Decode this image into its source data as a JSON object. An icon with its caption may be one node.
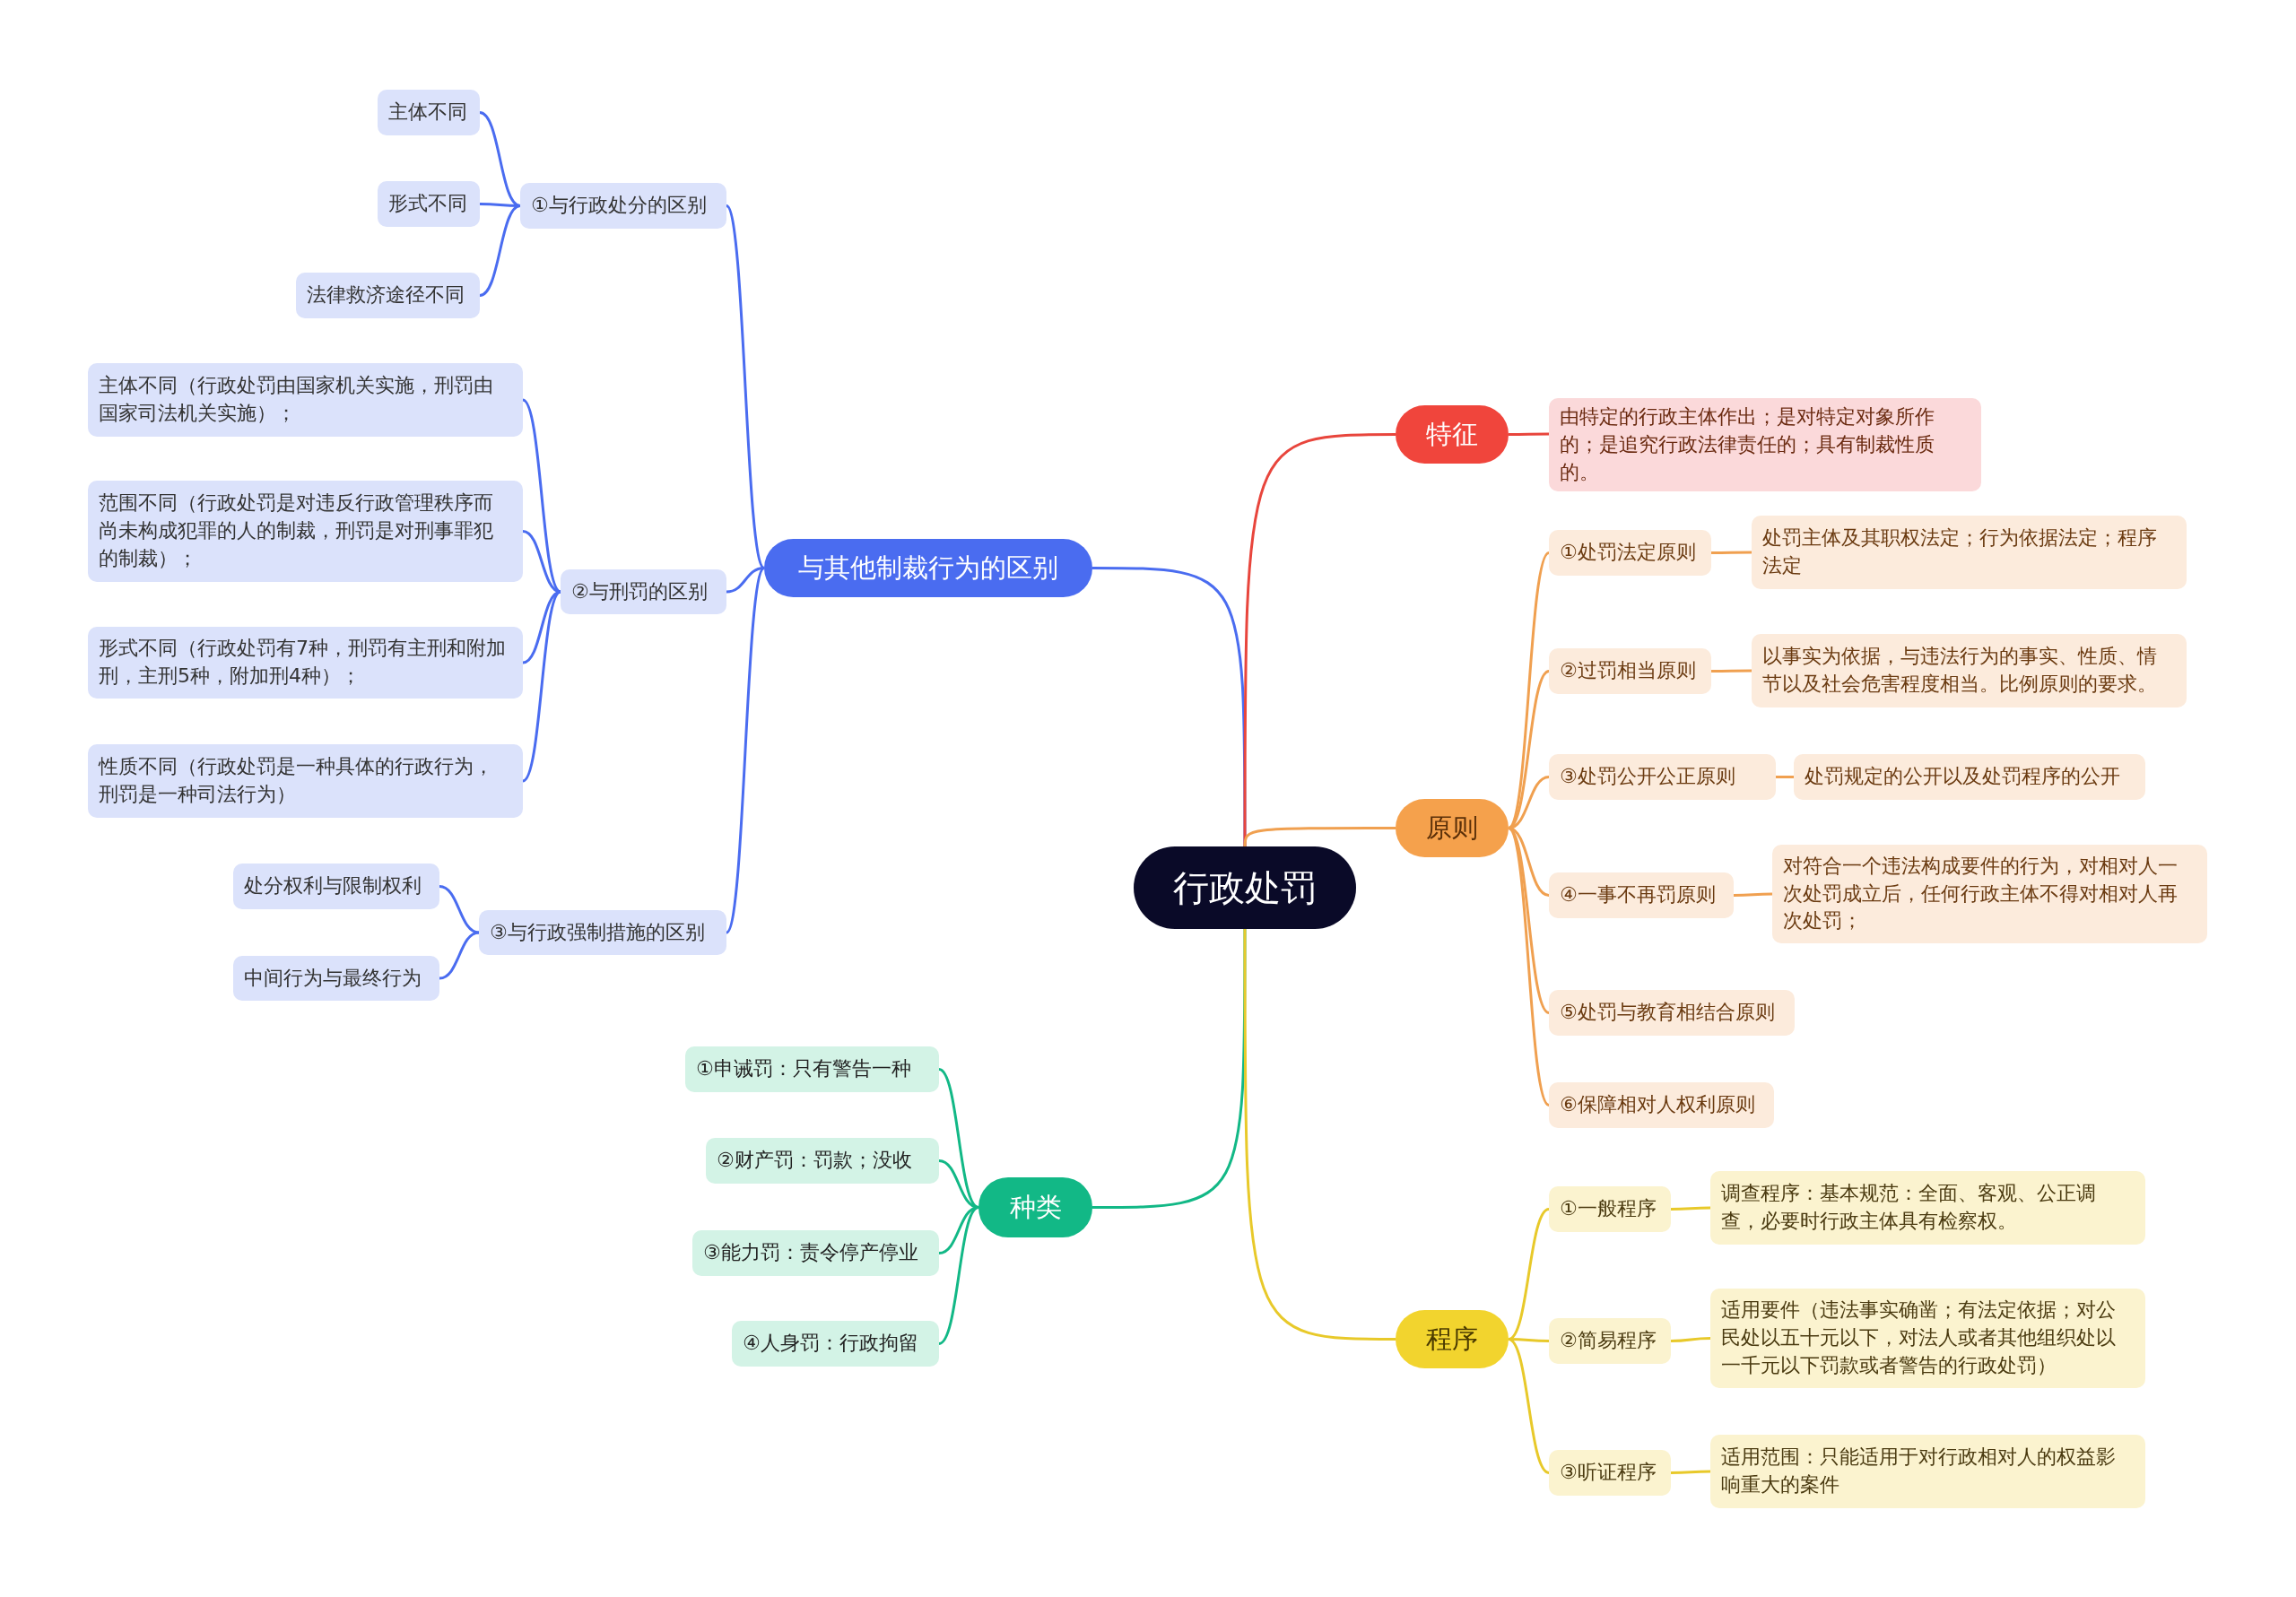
{
  "diagram": {
    "nodes": [
      {
        "text": [
          "行政处罚"
        ]
      },
      {
        "text": [
          "与其他制裁行为的区别"
        ]
      },
      {
        "text": [
          "①与行政处分的区别"
        ]
      },
      {
        "text": [
          "主体不同"
        ]
      },
      {
        "text": [
          "形式不同"
        ]
      },
      {
        "text": [
          "法律救济途径不同"
        ]
      },
      {
        "text": [
          "②与刑罚的区别"
        ]
      },
      {
        "text": [
          "主体不同（行政处罚由国家机关实施，刑罚由国家司法机关实施）；"
        ]
      },
      {
        "text": [
          "范围不同（行政处罚是对违反行政管理秩序而尚未构成犯罪的人的制裁，刑罚是对刑事罪犯的制裁）；"
        ]
      },
      {
        "text": [
          "形式不同（行政处罚有7种，刑罚有主刑和附加刑，主刑5种，附加刑4种）；"
        ]
      },
      {
        "text": [
          "性质不同（行政处罚是一种具体的行政行为，刑罚是一种司法行为）"
        ]
      },
      {
        "text": [
          "③与行政强制措施的区别"
        ]
      },
      {
        "text": [
          "处分权利与限制权利"
        ]
      },
      {
        "text": [
          "中间行为与最终行为"
        ]
      },
      {
        "text": [
          "种类"
        ]
      },
      {
        "text": [
          "①申诫罚：只有警告一种"
        ]
      },
      {
        "text": [
          "②财产罚：罚款；没收"
        ]
      },
      {
        "text": [
          "③能力罚：责令停产停业"
        ]
      },
      {
        "text": [
          "④人身罚：行政拘留"
        ]
      },
      {
        "text": [
          "特征"
        ]
      },
      {
        "text": [
          "由特定的行政主体作出；是对特定对象所作的；是追究行政法律责任的；具有制裁性质的。"
        ]
      },
      {
        "text": [
          "原则"
        ]
      },
      {
        "text": [
          "①处罚法定原则"
        ]
      },
      {
        "text": [
          "处罚主体及其职权法定；行为依据法定；程序法定"
        ]
      },
      {
        "text": [
          "②过罚相当原则"
        ]
      },
      {
        "text": [
          "以事实为依据，与违法行为的事实、性质、情节以及社会危害程度相当。比例原则的要求。"
        ]
      },
      {
        "text": [
          "③处罚公开公正原则"
        ]
      },
      {
        "text": [
          "处罚规定的公开以及处罚程序的公开"
        ]
      },
      {
        "text": [
          "④一事不再罚原则"
        ]
      },
      {
        "text": [
          "对符合一个违法构成要件的行为，对相对人一次处罚成立后，任何行政主体不得对相对人再次处罚；"
        ]
      },
      {
        "text": [
          "⑤处罚与教育相结合原则"
        ]
      },
      {
        "text": [
          "⑥保障相对人权利原则"
        ]
      },
      {
        "text": [
          "程序"
        ]
      },
      {
        "text": [
          "①一般程序"
        ]
      },
      {
        "text": [
          "调查程序：基本规范：全面、客观、公正调查，必要时行政主体具有检察权。"
        ]
      },
      {
        "text": [
          "②简易程序"
        ]
      },
      {
        "text": [
          "适用要件（违法事实确凿；有法定依据；对公民处以五十元以下，对法人或者其他组织处以一千元以下罚款或者警告的行政处罚）"
        ]
      },
      {
        "text": [
          "③听证程序"
        ]
      },
      {
        "text": [
          "适用范围：只能适用于对行政相对人的权益影响重大的案件"
        ]
      }
    ],
    "edges": [
      {
        "from": 0,
        "to": 1,
        "arrow": "none",
        "color": "#4a6cf0"
      },
      {
        "from": 1,
        "to": 2,
        "arrow": "none",
        "color": "#4a6cf0"
      },
      {
        "from": 2,
        "to": 3,
        "arrow": "none",
        "color": "#4a6cf0"
      },
      {
        "from": 2,
        "to": 4,
        "arrow": "none",
        "color": "#4a6cf0"
      },
      {
        "from": 2,
        "to": 5,
        "arrow": "none",
        "color": "#4a6cf0"
      },
      {
        "from": 1,
        "to": 6,
        "arrow": "none",
        "color": "#4a6cf0"
      },
      {
        "from": 6,
        "to": 7,
        "arrow": "none",
        "color": "#4a6cf0"
      },
      {
        "from": 6,
        "to": 8,
        "arrow": "none",
        "color": "#4a6cf0"
      },
      {
        "from": 6,
        "to": 9,
        "arrow": "none",
        "color": "#4a6cf0"
      },
      {
        "from": 6,
        "to": 10,
        "arrow": "none",
        "color": "#4a6cf0"
      },
      {
        "from": 1,
        "to": 11,
        "arrow": "none",
        "color": "#4a6cf0"
      },
      {
        "from": 11,
        "to": 12,
        "arrow": "none",
        "color": "#4a6cf0"
      },
      {
        "from": 11,
        "to": 13,
        "arrow": "none",
        "color": "#4a6cf0"
      },
      {
        "from": 0,
        "to": 14,
        "arrow": "none",
        "color": "#12b886"
      },
      {
        "from": 14,
        "to": 15,
        "arrow": "none",
        "color": "#12b886"
      },
      {
        "from": 14,
        "to": 16,
        "arrow": "none",
        "color": "#12b886"
      },
      {
        "from": 14,
        "to": 17,
        "arrow": "none",
        "color": "#12b886"
      },
      {
        "from": 14,
        "to": 18,
        "arrow": "none",
        "color": "#12b886"
      },
      {
        "from": 0,
        "to": 19,
        "arrow": "none",
        "color": "#e8453c"
      },
      {
        "from": 19,
        "to": 20,
        "arrow": "none",
        "color": "#e8453c"
      },
      {
        "from": 0,
        "to": 21,
        "arrow": "none",
        "color": "#f0a050"
      },
      {
        "from": 21,
        "to": 22,
        "arrow": "none",
        "color": "#f0a050"
      },
      {
        "from": 22,
        "to": 23,
        "arrow": "none",
        "color": "#f0a050"
      },
      {
        "from": 21,
        "to": 24,
        "arrow": "none",
        "color": "#f0a050"
      },
      {
        "from": 24,
        "to": 25,
        "arrow": "none",
        "color": "#f0a050"
      },
      {
        "from": 21,
        "to": 26,
        "arrow": "none",
        "color": "#f0a050"
      },
      {
        "from": 26,
        "to": 27,
        "arrow": "none",
        "color": "#f0a050"
      },
      {
        "from": 21,
        "to": 28,
        "arrow": "none",
        "color": "#f0a050"
      },
      {
        "from": 28,
        "to": 29,
        "arrow": "none",
        "color": "#f0a050"
      },
      {
        "from": 21,
        "to": 30,
        "arrow": "none",
        "color": "#f0a050"
      },
      {
        "from": 21,
        "to": 31,
        "arrow": "none",
        "color": "#f0a050"
      },
      {
        "from": 0,
        "to": 32,
        "arrow": "none",
        "color": "#e8c92a"
      },
      {
        "from": 32,
        "to": 33,
        "arrow": "none",
        "color": "#e8c92a"
      },
      {
        "from": 33,
        "to": 34,
        "arrow": "none",
        "color": "#e8c92a"
      },
      {
        "from": 32,
        "to": 35,
        "arrow": "none",
        "color": "#e8c92a"
      },
      {
        "from": 35,
        "to": 36,
        "arrow": "none",
        "color": "#e8c92a"
      },
      {
        "from": 32,
        "to": 37,
        "arrow": "none",
        "color": "#e8c92a"
      },
      {
        "from": 37,
        "to": 38,
        "arrow": "none",
        "color": "#e8c92a"
      }
    ]
  }
}
